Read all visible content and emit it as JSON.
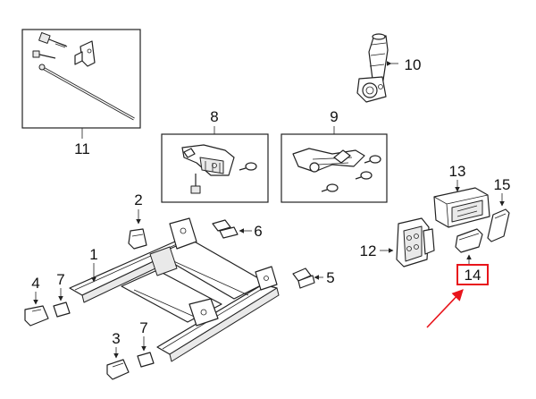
{
  "diagram": {
    "parts": [
      {
        "id": "p1",
        "callout": "1"
      },
      {
        "id": "p2",
        "callout": "2"
      },
      {
        "id": "p3",
        "callout": "3"
      },
      {
        "id": "p4",
        "callout": "4"
      },
      {
        "id": "p5",
        "callout": "5"
      },
      {
        "id": "p6",
        "callout": "6"
      },
      {
        "id": "p7a",
        "callout": "7"
      },
      {
        "id": "p7b",
        "callout": "7"
      },
      {
        "id": "p8",
        "callout": "8"
      },
      {
        "id": "p9",
        "callout": "9"
      },
      {
        "id": "p10",
        "callout": "10"
      },
      {
        "id": "p11",
        "callout": "11"
      },
      {
        "id": "p12",
        "callout": "12"
      },
      {
        "id": "p13",
        "callout": "13"
      },
      {
        "id": "p14",
        "callout": "14"
      },
      {
        "id": "p15",
        "callout": "15"
      }
    ],
    "highlight": {
      "callout": "14",
      "color": "#e8141b"
    },
    "line_color": "#222222"
  }
}
